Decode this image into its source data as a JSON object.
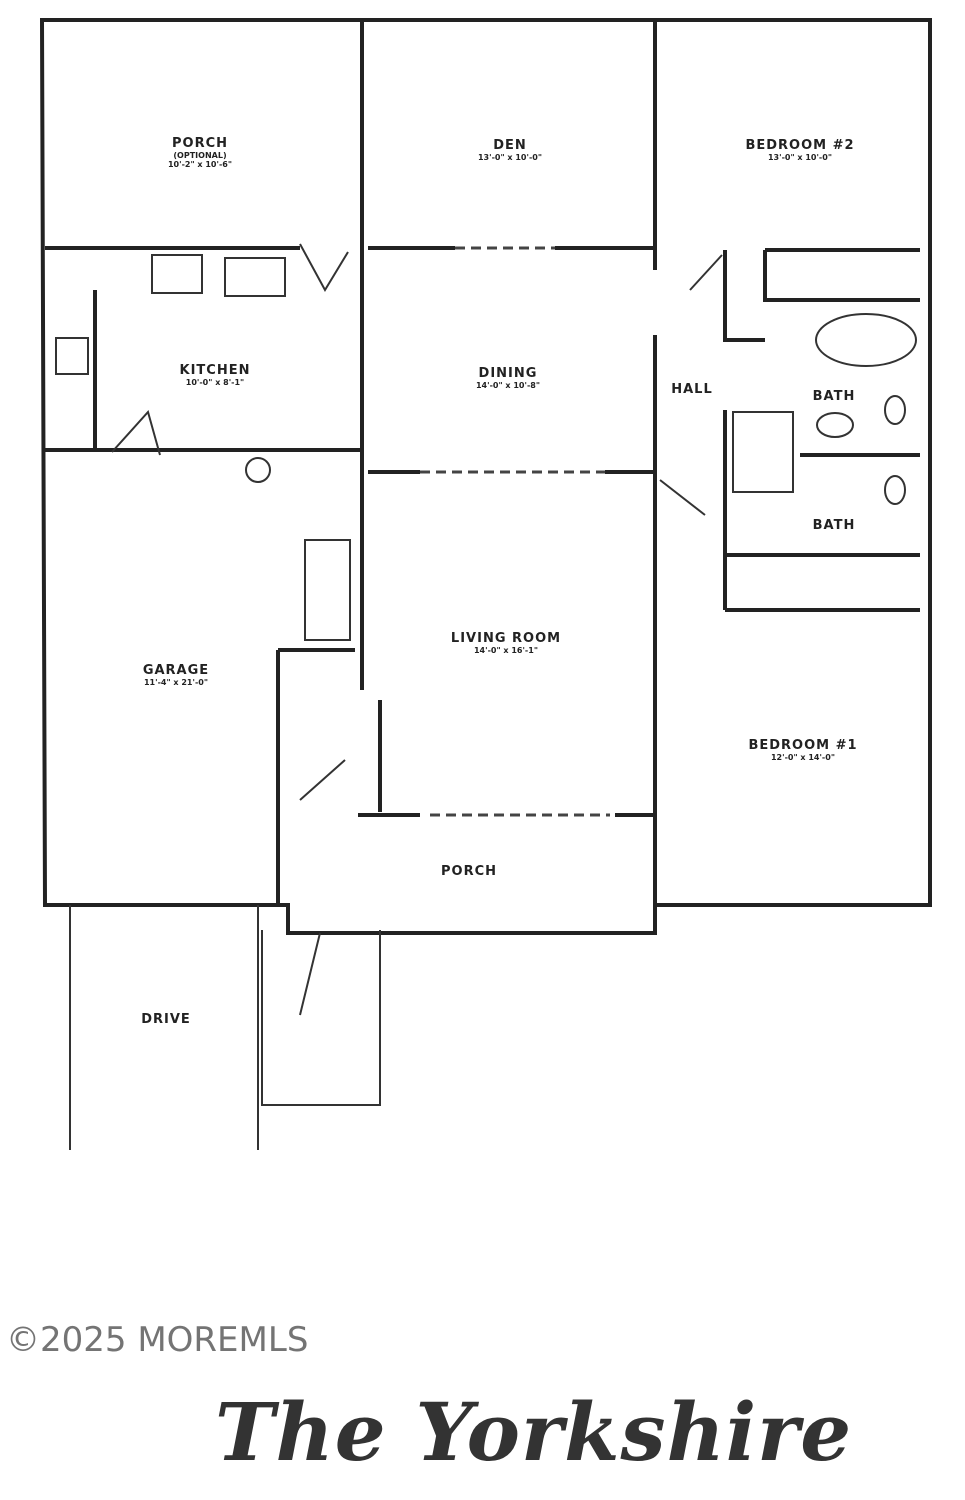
{
  "title": "The Yorkshire",
  "watermark": "©2025 MOREMLS",
  "rooms": [
    {
      "name": "PORCH",
      "sub": "(OPTIONAL)",
      "dims": "10'-2\" x 10'-6\""
    },
    {
      "name": "DEN",
      "dims": "13'-0\" x 10'-0\""
    },
    {
      "name": "BEDROOM #2",
      "dims": "13'-0\" x 10'-0\""
    },
    {
      "name": "KITCHEN",
      "dims": "10'-0\" x 8'-1\""
    },
    {
      "name": "DINING",
      "dims": "14'-0\" x 10'-8\""
    },
    {
      "name": "HALL"
    },
    {
      "name": "BATH"
    },
    {
      "name": "BATH"
    },
    {
      "name": "GARAGE",
      "dims": "11'-4\" x 21'-0\""
    },
    {
      "name": "LIVING ROOM",
      "dims": "14'-0\" x 16'-1\""
    },
    {
      "name": "BEDROOM #1",
      "dims": "12'-0\" x 14'-0\""
    },
    {
      "name": "PORCH"
    },
    {
      "name": "DRIVE"
    }
  ]
}
